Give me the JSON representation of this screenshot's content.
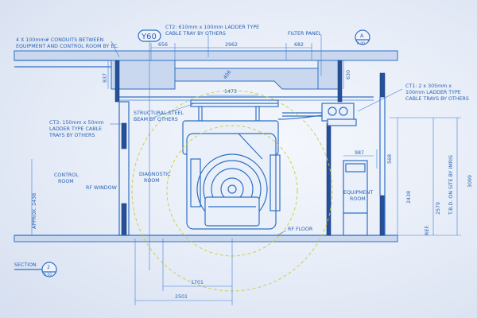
{
  "labels": {
    "grid_tag": "Y60",
    "section_marker": "A",
    "section_marker_sub": "A.00",
    "section_title": "SECTION",
    "section_number": "2",
    "section_number_sub": "A.00",
    "conduits_note_1": "4 X 100mm# CONDUITS BETWEEN",
    "conduits_note_2": "EQUIPMENT AND CONTROL ROOM BY EC.",
    "ct2_note_1": "CT2: 610mm x 100mm LADDER TYPE",
    "ct2_note_2": "CABLE TRAY BY OTHERS",
    "filter_panel": "FILTER PANEL",
    "ct1_note_1": "CT1: 2 x 305mm x",
    "ct1_note_2": "100mm LADDER TYPE",
    "ct1_note_3": "CABLE TRAYS BY OTHERS",
    "ct3_note_1": "CT3: 150mm x 50mm",
    "ct3_note_2": "LADDER TYPE CABLE",
    "ct3_note_3": "TRAYS BY OTHERS",
    "steel_note_1": "STRUCTURAL STEEL",
    "steel_note_2": "BEAM BY OTHERS",
    "control_room_1": "CONTROL",
    "control_room_2": "ROOM",
    "rf_window": "RF WINDOW",
    "diagnostic_room_1": "DIAGNOSTIC",
    "diagnostic_room_2": "ROOM",
    "equipment_room_1": "EQUIPMENT",
    "equipment_room_2": "ROOM",
    "rf_floor": "RF FLOOR",
    "approx_height": "APPROX. 2438",
    "tbd_note": "T.B.D. ON SITE BY IMRIS",
    "ref_label": "REF."
  },
  "dimensions": {
    "d_656": "656",
    "d_2962": "2962",
    "d_682": "682",
    "d_837": "837",
    "d_630": "630",
    "d_406": "406",
    "d_1473": "1473",
    "d_987": "987",
    "d_568": "568",
    "d_2438": "2438",
    "d_2579": "2579",
    "d_3099": "3099",
    "d_1701": "1701",
    "d_2501": "2501"
  },
  "colors": {
    "line": "#2f6fc4",
    "wall_fill": "#254f96",
    "halo": "#c9cc3a",
    "paper": "#eef2fa"
  }
}
